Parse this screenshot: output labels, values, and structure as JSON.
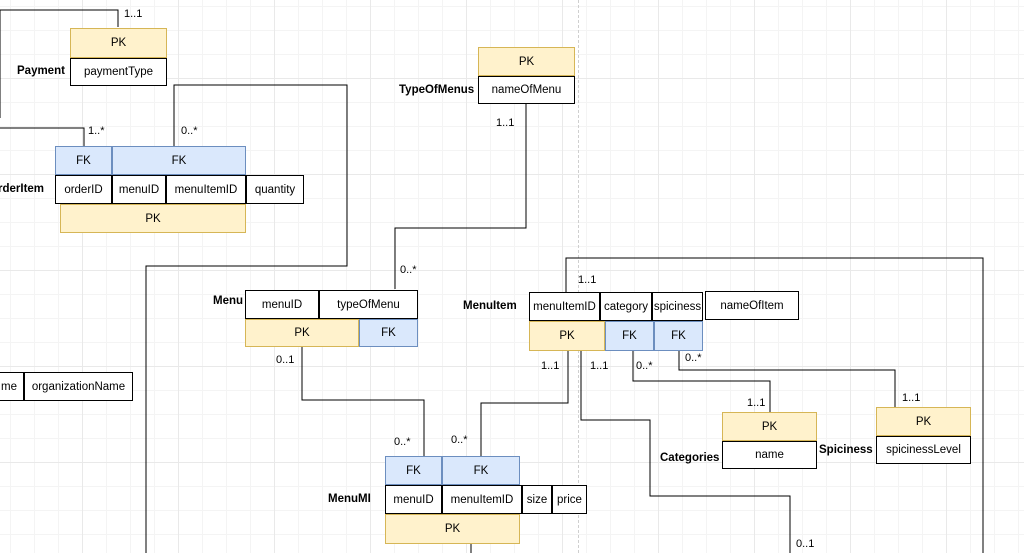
{
  "diagram": {
    "tables": {
      "payment": {
        "label": "Payment",
        "pk_top": "PK",
        "fields": [
          "paymentType"
        ]
      },
      "type_of_menus": {
        "label": "TypeOfMenus",
        "pk_top": "PK",
        "fields": [
          "nameOfMenu"
        ]
      },
      "order_item": {
        "label": "rderItem",
        "keys_top": [
          "FK",
          "FK"
        ],
        "fields": [
          "orderID",
          "menuID",
          "menuItemID",
          "quantity"
        ],
        "pk_bottom": "PK"
      },
      "menu": {
        "label": "Menu",
        "fields": [
          "menuID",
          "typeOfMenu"
        ],
        "keys_bottom": [
          "PK",
          "FK"
        ]
      },
      "menu_item": {
        "label": "MenuItem",
        "fields": [
          "menuItemID",
          "category",
          "spiciness",
          "nameOfItem"
        ],
        "keys_bottom": [
          "PK",
          "FK",
          "FK"
        ]
      },
      "organization": {
        "fields": [
          "me",
          "organizationName"
        ]
      },
      "categories": {
        "label": "Categories",
        "pk_top": "PK",
        "fields": [
          "name"
        ]
      },
      "spiciness": {
        "label": "Spiciness",
        "pk_top": "PK",
        "fields": [
          "spicinessLevel"
        ]
      },
      "menu_mi": {
        "label": "MenuMI",
        "keys_top": [
          "FK",
          "FK"
        ],
        "fields": [
          "menuID",
          "menuItemID",
          "size",
          "price"
        ],
        "pk_bottom": "PK"
      }
    },
    "cardinalities": {
      "payment_1_1": "1..1",
      "orderitem_1_many": "1..*",
      "orderitem_0_many": "0..*",
      "typeofmenus_1_1": "1..1",
      "menu_0_many": "0..*",
      "menu_0_1": "0..1",
      "menuitem_1_1_top": "1..1",
      "menuitem_1_1_a": "1..1",
      "menuitem_1_1_b": "1..1",
      "menuitem_0_many_a": "0..*",
      "menuitem_0_many_b": "0..*",
      "categories_1_1": "1..1",
      "spiciness_1_1": "1..1",
      "menumi_0_many_a": "0..*",
      "menumi_0_many_b": "0..*",
      "bottom_0_1": "0..1"
    }
  }
}
